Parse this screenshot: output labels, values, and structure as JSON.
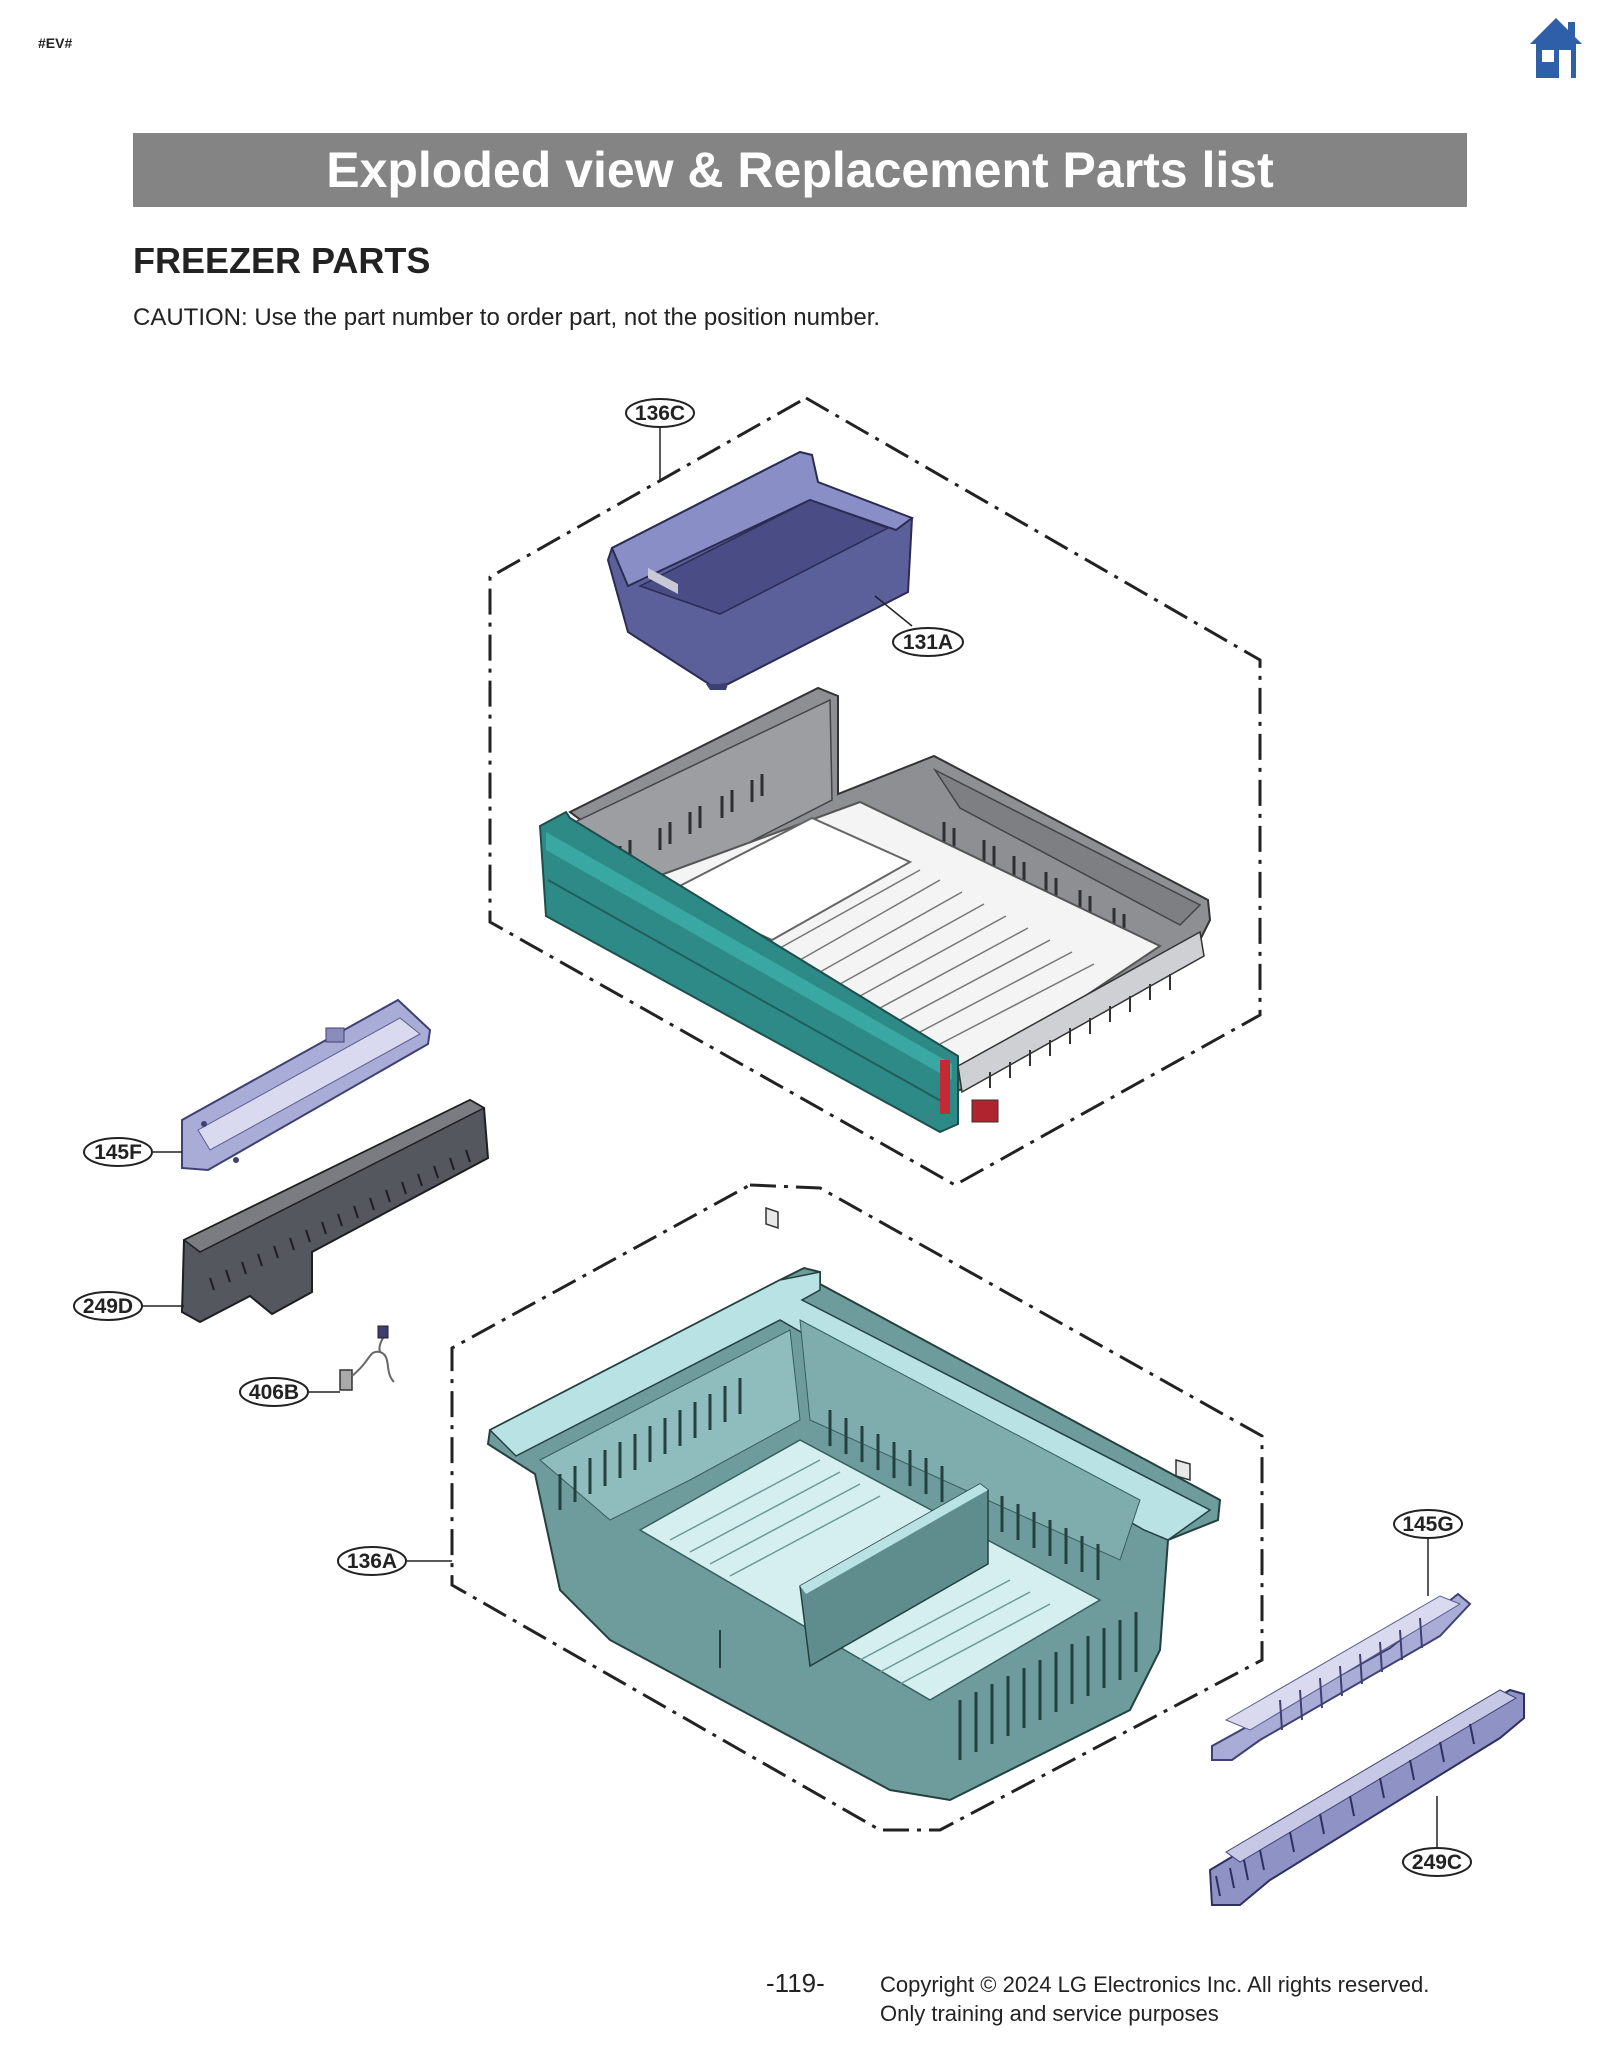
{
  "header": {
    "doc_tag": "#EV#",
    "home_icon": "home-icon",
    "title": "Exploded view & Replacement Parts list"
  },
  "section": {
    "title": "FREEZER PARTS",
    "caution": "CAUTION: Use the part number to order part, not the position number."
  },
  "callouts": {
    "c136C": "136C",
    "c131A": "131A",
    "c145F": "145F",
    "c249D": "249D",
    "c406B": "406B",
    "c136A": "136A",
    "c145G": "145G",
    "c249C": "249C"
  },
  "colors": {
    "title_bar": "#848484",
    "home_icon": "#2e5fa8",
    "upper_bin": "#5c609a",
    "drawer_front": "#2e8a86",
    "lower_basket": "#6e9c9c",
    "rails_light": "#a9acd6",
    "rails_dark": "#55575e"
  },
  "footer": {
    "page_number": "-119-",
    "copyright_line1": "Copyright © 2024 LG Electronics Inc. All rights reserved.",
    "copyright_line2": "Only training and service purposes"
  }
}
